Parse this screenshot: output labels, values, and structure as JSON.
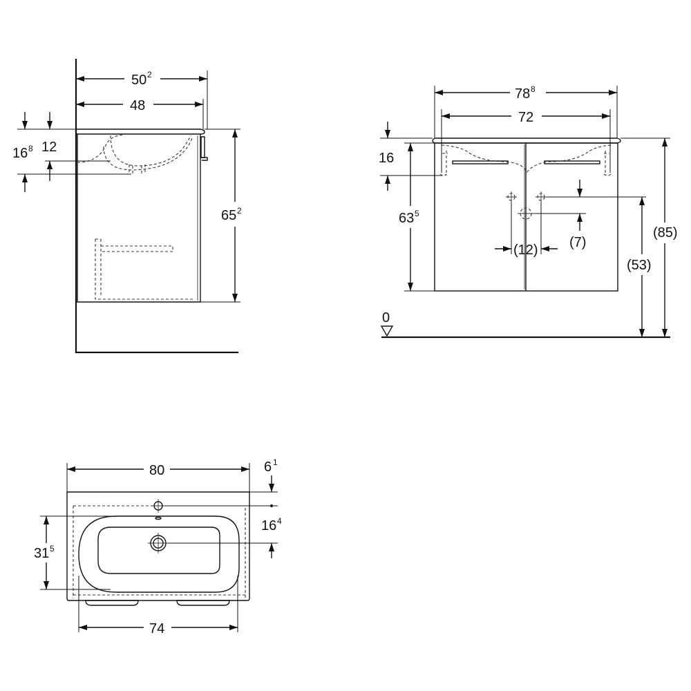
{
  "side_view": {
    "width_top": "50",
    "width_top_sup": "2",
    "width_inner": "48",
    "depth_a": "16",
    "depth_a_sup": "8",
    "depth_b": "12",
    "height": "65",
    "height_sup": "2"
  },
  "front_view": {
    "width_total": "78",
    "width_total_sup": "8",
    "width_inner": "72",
    "top_offset": "16",
    "height": "63",
    "height_sup": "5",
    "drain_spacing": "(12)",
    "drain_offset": "(7)",
    "drain_height": "(53)",
    "total_height": "(85)",
    "floor_level": "0"
  },
  "top_view": {
    "width": "80",
    "tap_offset": "6",
    "tap_offset_sup": "1",
    "drain_offset": "16",
    "drain_offset_sup": "4",
    "basin_depth": "31",
    "basin_depth_sup": "5",
    "inner_width": "74"
  }
}
